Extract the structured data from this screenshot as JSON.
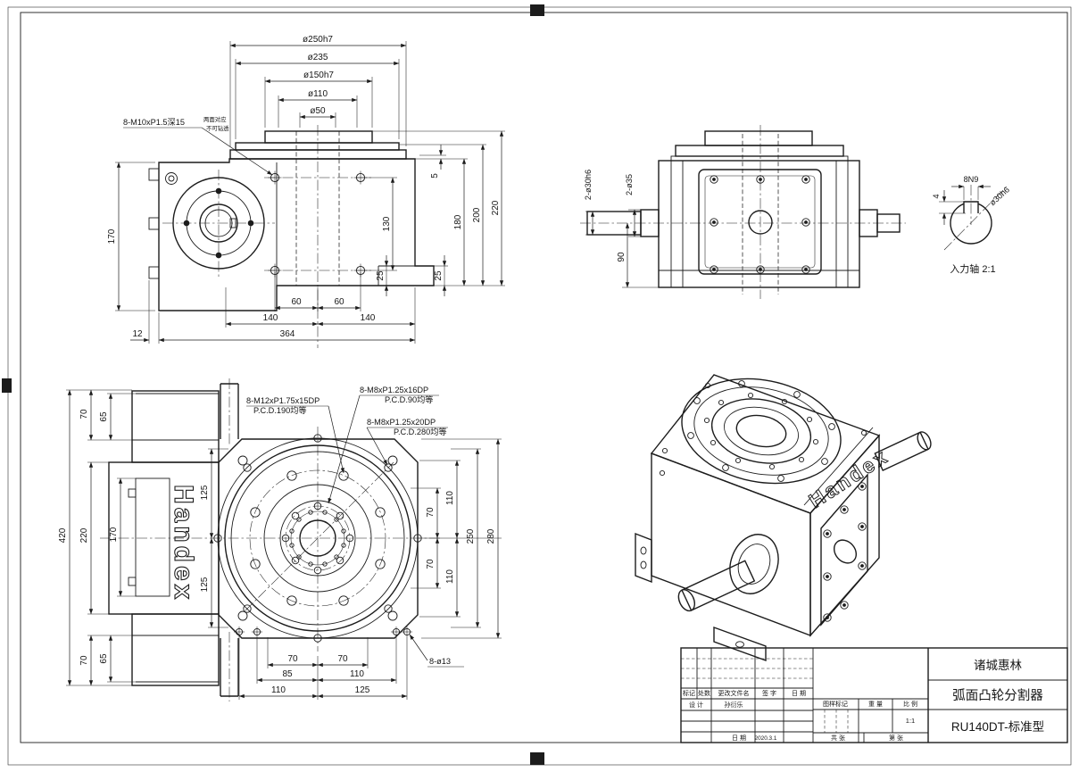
{
  "colors": {
    "line": "#1c1c1c",
    "bg": "#ffffff"
  },
  "front_view": {
    "dia_250": "ø250h7",
    "dia_235": "ø235",
    "dia_150": "ø150h7",
    "dia_110": "ø110",
    "dia_50": "ø50",
    "tap_note": "8-M10xP1.5深15",
    "tap_note_sub1": "两面对应",
    "tap_note_sub2": "不可钻透",
    "dim_170": "170",
    "dim_5": "5",
    "dim_180": "180",
    "dim_200": "200",
    "dim_220": "220",
    "dim_130": "130",
    "dim_25_left": "25",
    "dim_25_right": "25",
    "dim_60_left": "60",
    "dim_60_right": "60",
    "dim_140_left": "140",
    "dim_140_right": "140",
    "dim_364": "364",
    "dim_12": "12"
  },
  "side_view": {
    "dim_shafts": "2-ø30h6",
    "dim_collars": "2-ø35",
    "dim_90": "90"
  },
  "input_shaft_detail": {
    "key_width": "8N9",
    "key_depth": "4",
    "shaft_dia": "ø30h6",
    "caption": "入力轴 2:1"
  },
  "face_view": {
    "note_m12_line1": "8-M12xP1.75x15DP",
    "note_m12_line2": "P.C.D.190均等",
    "note_m8_pcd90_line1": "8-M8xP1.25x16DP",
    "note_m8_pcd90_line2": "P.C.D.90均等",
    "note_m8_pcd280_line1": "8-M8xP1.25x20DP",
    "note_m8_pcd280_line2": "P.C.D.280均等",
    "note_8_holes": "8-ø13",
    "logo": "Handex",
    "dim_420": "420",
    "dim_70_top": "70",
    "dim_65_top": "65",
    "dim_220": "220",
    "dim_170": "170",
    "dim_125_top": "125",
    "dim_125_bottom": "125",
    "dim_70_bottom": "70",
    "dim_65_bottom": "65",
    "dim_110_right_top": "110",
    "dim_70_right_top": "70",
    "dim_70_right_bottom": "70",
    "dim_110_right_bottom": "110",
    "dim_250": "250",
    "dim_280": "280",
    "dim_70_bot_left": "70",
    "dim_70_bot_right": "70",
    "dim_85": "85",
    "dim_110_bot_right": "110",
    "dim_110_bot_left": "110",
    "dim_125_bot": "125"
  },
  "iso_view": {
    "logo": "Handex"
  },
  "title_block": {
    "company": "诸城惠林",
    "product": "弧面凸轮分割器",
    "model": "RU140DT-标准型",
    "col_mark": "标记",
    "col_count": "处数",
    "col_file": "更改文件名",
    "col_sign": "签 字",
    "col_date": "日 期",
    "row_design": "设 计",
    "designer": "孙衍乐",
    "date_label": "日 期",
    "date_value": "2020.3.1",
    "stamp_label": "图样标记",
    "weight_label": "重 量",
    "scale_label": "比 例",
    "scale_value": "1:1",
    "sheets_label": "共  张",
    "sheet_no_label": "第  张"
  }
}
